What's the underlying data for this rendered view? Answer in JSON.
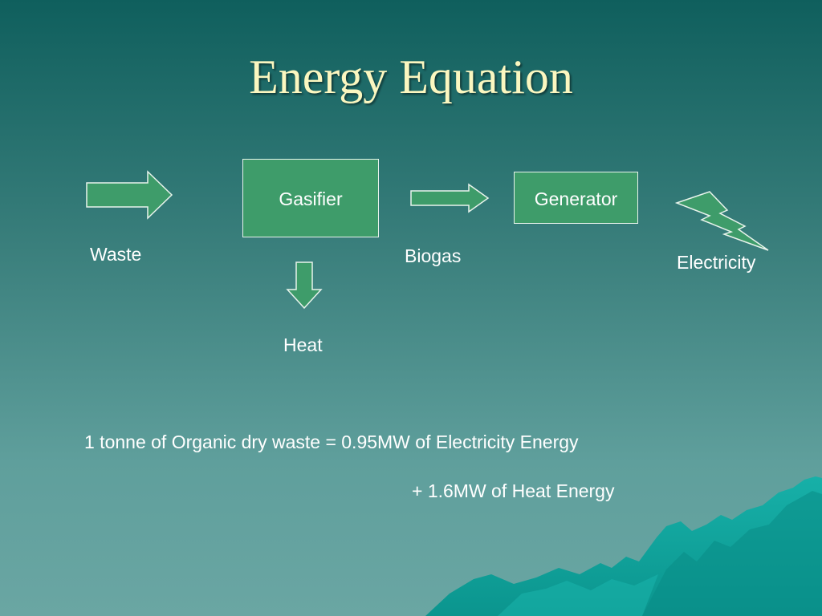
{
  "title": "Energy Equation",
  "nodes": {
    "gasifier": "Gasifier",
    "generator": "Generator"
  },
  "labels": {
    "waste": "Waste",
    "biogas": "Biogas",
    "electricity": "Electricity",
    "heat": "Heat"
  },
  "equation": {
    "line1": "1 tonne of Organic dry waste = 0.95MW of Electricity Energy",
    "line2": "+ 1.6MW of Heat Energy"
  },
  "colors": {
    "background": "#2f7a76",
    "title": "#fbf7c0",
    "node_fill": "#3e9c6a",
    "mountains": "#10a29b"
  },
  "icons": [
    "right-arrow-icon",
    "down-arrow-icon",
    "lightning-bolt-icon",
    "mountain-decoration"
  ]
}
